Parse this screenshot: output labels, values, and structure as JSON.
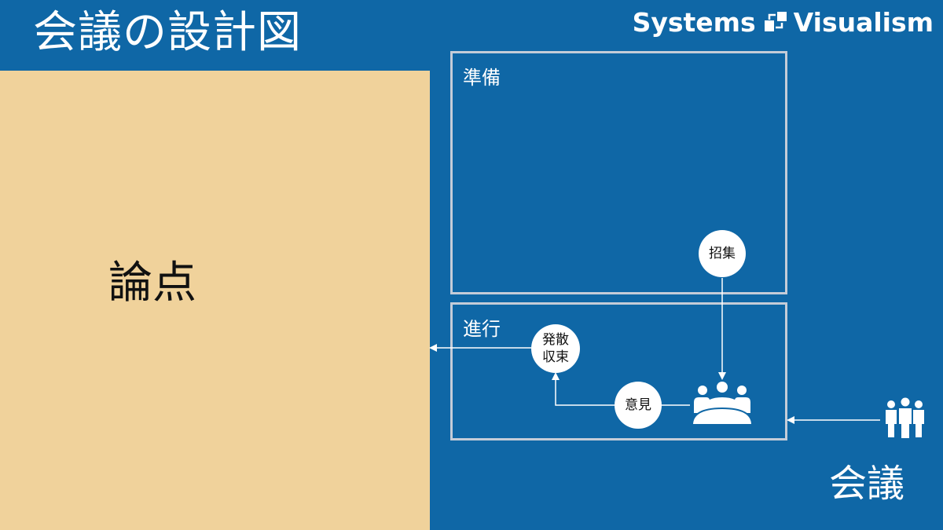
{
  "header": {
    "title": "会議の設計図",
    "brand_left": "Systems",
    "brand_right": "Visualism",
    "brand_logo_icon": "flow-squares-icon"
  },
  "left_panel": {
    "label": "論点",
    "color": "#f0d29b"
  },
  "boxes": {
    "preparation": "準備",
    "progress": "進行"
  },
  "nodes": {
    "convene": "招集",
    "diverge_line1": "発散",
    "diverge_line2": "収束",
    "opinion": "意見"
  },
  "icons": {
    "meeting_group": "meeting-table-icon",
    "people": "people-group-icon"
  },
  "meeting_label": "会議",
  "colors": {
    "background": "#0f67a6",
    "box_border": "#c4ccd8",
    "node_fill": "#ffffff"
  }
}
